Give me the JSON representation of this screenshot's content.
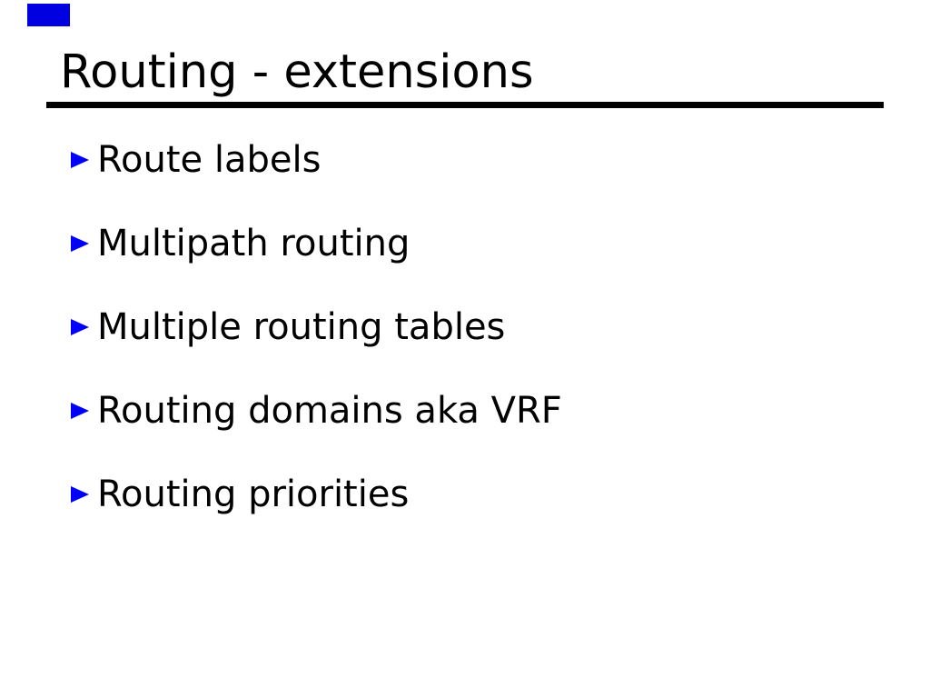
{
  "slide": {
    "background_color": "#ffffff",
    "text_color": "#000000",
    "logo_color": "#0000e0",
    "underline_color": "#000000",
    "bullet_triangle_color": "#0000f8",
    "title": "Routing - extensions",
    "bullets": [
      {
        "label": "Route labels"
      },
      {
        "label": "Multipath routing"
      },
      {
        "label": "Multiple routing tables"
      },
      {
        "label": "Routing domains aka VRF"
      },
      {
        "label": "Routing priorities"
      }
    ]
  }
}
